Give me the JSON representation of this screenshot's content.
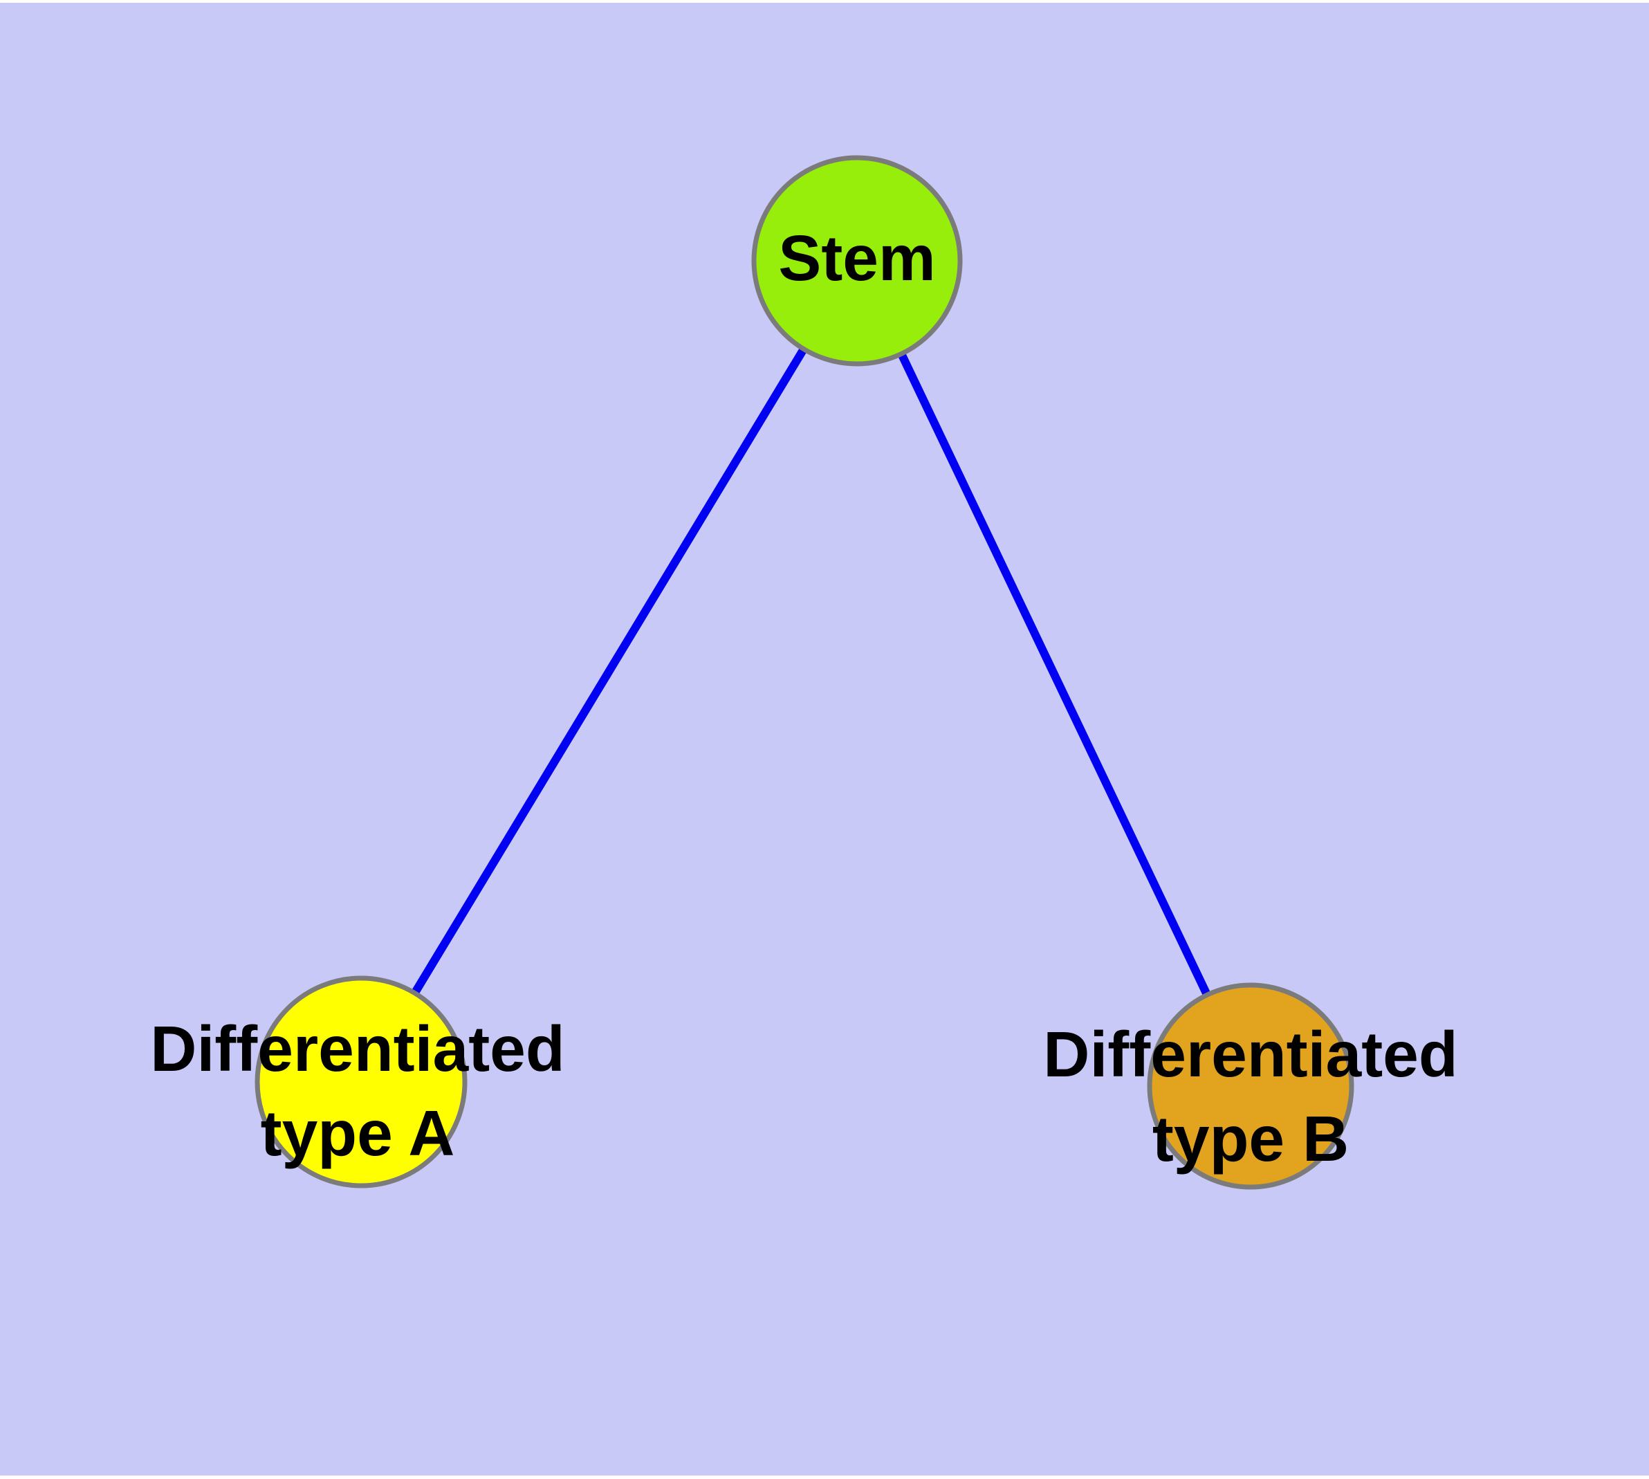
{
  "diagram": {
    "background_color": "#c9c9f8",
    "page_margin_color": "#ffffff",
    "edge_color": "#0202f2",
    "edge_width": "12",
    "node_border_color": "#7b7b7b",
    "node_border_width": "7",
    "label_color": "#000000",
    "nodes": [
      {
        "id": "stem",
        "label": "Stem",
        "label_lines": {
          "0": "Stem"
        },
        "color": "#97ee0b"
      },
      {
        "id": "differentiated-type-a",
        "label": "Differentiated type A",
        "label_lines": {
          "0": "Differentiated",
          "1": "type A"
        },
        "color": "#ffff00"
      },
      {
        "id": "differentiated-type-b",
        "label": "Differentiated type B",
        "label_lines": {
          "0": "Differentiated",
          "1": "type B"
        },
        "color": "#e2a41e"
      }
    ],
    "edges": [
      {
        "from": "Stem",
        "to": "Differentiated type A"
      },
      {
        "from": "Stem",
        "to": "Differentiated type B"
      }
    ]
  }
}
